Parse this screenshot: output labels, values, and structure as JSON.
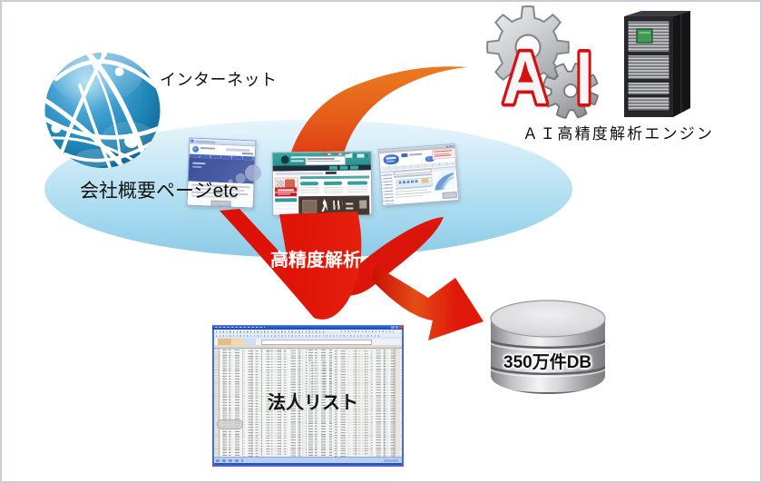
{
  "diagram": {
    "internet": {
      "label": "インターネット"
    },
    "sources": {
      "label": "会社概要ページetc"
    },
    "analysis_flow": {
      "label": "高精度解析"
    },
    "ai_engine": {
      "label": "ＡＩ高精度解析エンジン",
      "mark": "AI",
      "mark_letters": [
        "A",
        "I"
      ]
    },
    "corporate_list": {
      "label": "法人リスト"
    },
    "database": {
      "label": "350万件DB"
    },
    "colors": {
      "arrow_red": "#dd1708",
      "arrow_orange": "#ec8a1c",
      "ellipse_top": "#e6f4fb",
      "ellipse_bottom": "#93cde9",
      "globe_blue": "#2585b4",
      "ai_mark_red": "#d80f0f",
      "gear_gray": "#c2c3c7",
      "server_dark": "#26262a",
      "database_gray": "#c9c9cd"
    }
  }
}
